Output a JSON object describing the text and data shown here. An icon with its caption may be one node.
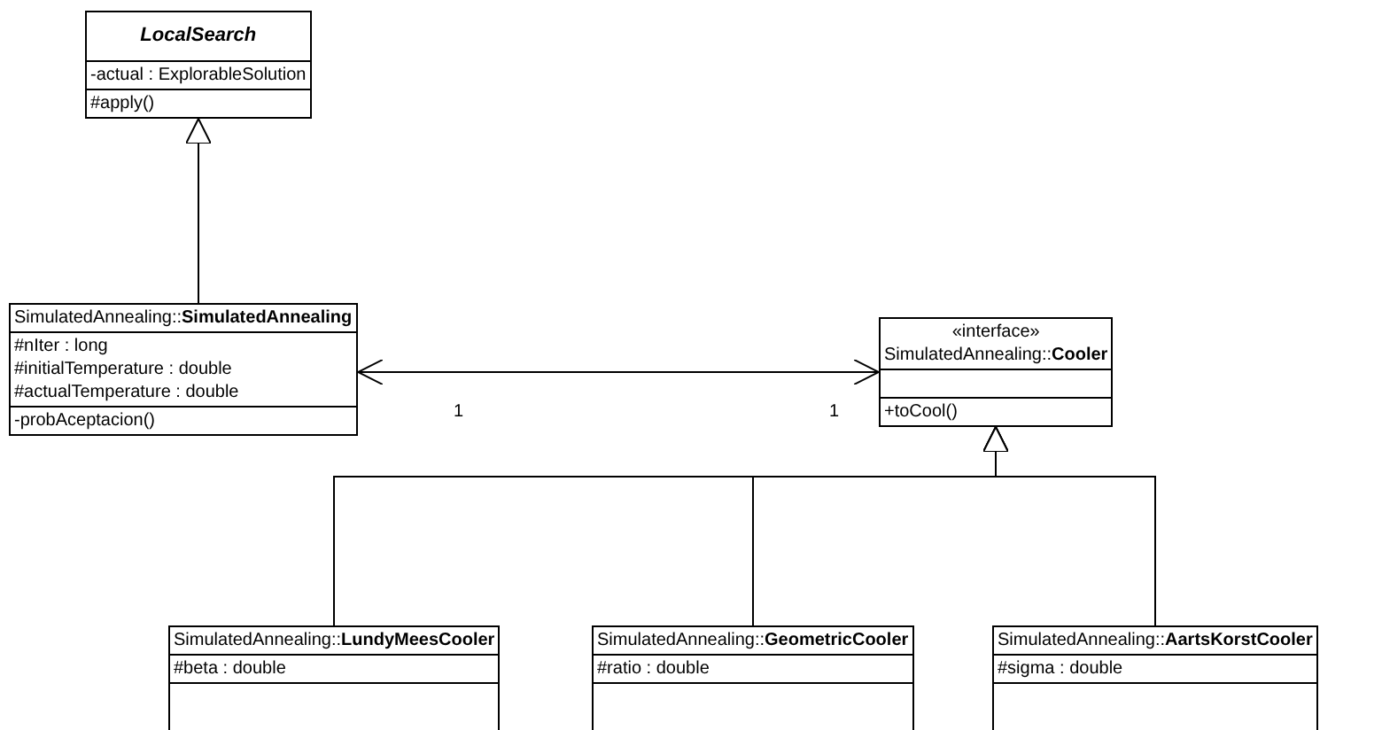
{
  "diagram": {
    "nodes": [
      {
        "text": [
          "LocalSearch",
          "-actual : ExplorableSolution",
          "#apply()"
        ]
      },
      {
        "text": [
          "SimulatedAnnealing::**SimulatedAnnealing**",
          "#nIter : long",
          "#initialTemperature : double",
          "#actualTemperature : double",
          "-probAceptacion()"
        ]
      },
      {
        "text": [
          "«interface»",
          "SimulatedAnnealing::**Cooler**",
          "+toCool()"
        ]
      },
      {
        "text": [
          "SimulatedAnnealing::**LundyMeesCooler**",
          "#beta : double"
        ]
      },
      {
        "text": [
          "SimulatedAnnealing::**GeometricCooler**",
          "#ratio : double"
        ]
      },
      {
        "text": [
          "SimulatedAnnealing::**AartsKorstCooler**",
          "#sigma : double"
        ]
      }
    ],
    "edges": [
      {
        "from": 1,
        "to": 0,
        "arrow": "to"
      },
      {
        "from": 1,
        "to": 2,
        "arrow": "both"
      },
      {
        "from": 3,
        "to": 2,
        "arrow": "to"
      },
      {
        "from": 4,
        "to": 2,
        "arrow": "to"
      },
      {
        "from": 5,
        "to": 2,
        "arrow": "to"
      }
    ],
    "labels": [
      "1",
      "1"
    ]
  }
}
